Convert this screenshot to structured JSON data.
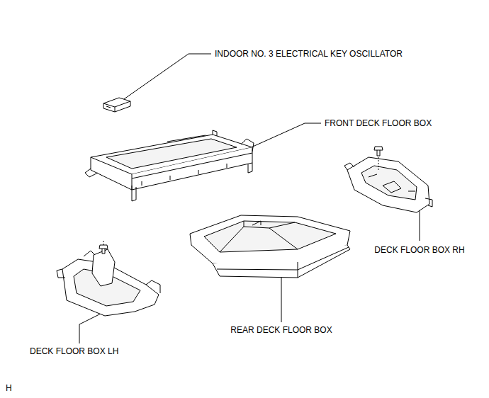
{
  "diagram": {
    "labels": [
      "INDOOR NO. 3 ELECTRICAL KEY OSCILLATOR",
      "FRONT DECK FLOOR BOX",
      "DECK FLOOR BOX RH",
      "REAR DECK FLOOR BOX",
      "DECK FLOOR BOX LH",
      "H"
    ]
  }
}
